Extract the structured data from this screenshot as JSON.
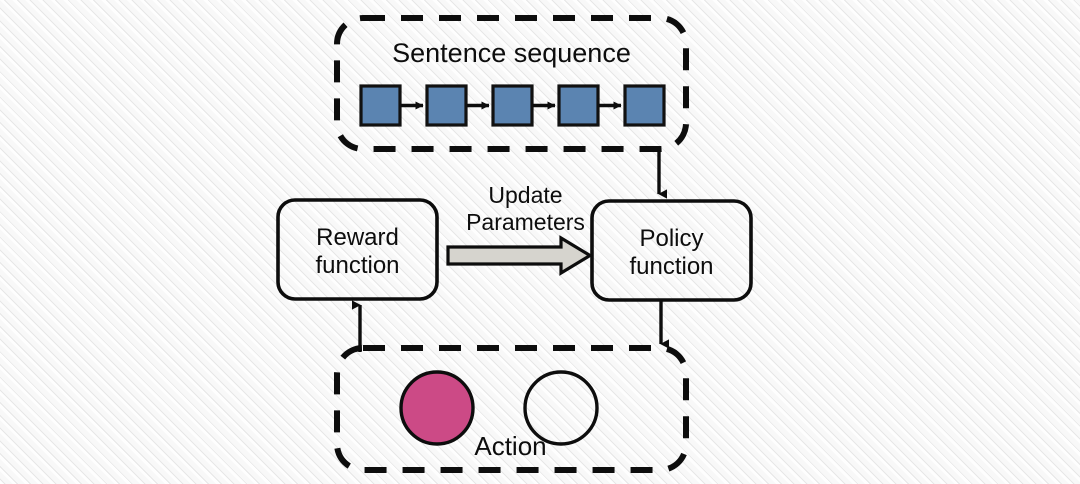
{
  "diagram": {
    "title": "Reinforcement learning loop for sentence generation",
    "type": "flow-diagram",
    "background": "#f8f8f8",
    "groups": [
      {
        "name": "sentence-sequence-group",
        "label": "Sentence sequence",
        "style": "dashed-rounded-rect",
        "nodes": [
          {
            "name": "token-1",
            "shape": "square",
            "fill": "#5b84b1"
          },
          {
            "name": "token-2",
            "shape": "square",
            "fill": "#5b84b1"
          },
          {
            "name": "token-3",
            "shape": "square",
            "fill": "#5b84b1"
          },
          {
            "name": "token-4",
            "shape": "square",
            "fill": "#5b84b1"
          },
          {
            "name": "token-5",
            "shape": "square",
            "fill": "#5b84b1"
          }
        ]
      },
      {
        "name": "action-group",
        "label": "Action",
        "style": "dashed-rounded-rect",
        "nodes": [
          {
            "name": "action-circle-selected",
            "shape": "circle",
            "fill": "#cc4a86"
          },
          {
            "name": "action-circle-unselected",
            "shape": "circle",
            "fill": "none"
          }
        ]
      }
    ],
    "boxes": [
      {
        "name": "reward-function-box",
        "label": "Reward\nfunction",
        "line1": "Reward",
        "line2": "function",
        "fill": "none",
        "stroke": "#0d0d0d"
      },
      {
        "name": "policy-function-box",
        "label": "Policy\nfunction",
        "line1": "Policy",
        "line2": "function",
        "fill": "none",
        "stroke": "#0d0d0d"
      }
    ],
    "edges": [
      {
        "name": "edge-sentence-to-policy",
        "from": "sentence-sequence-group",
        "to": "policy-function-box",
        "style": "solid-arrow",
        "direction": "down"
      },
      {
        "name": "edge-policy-to-action",
        "from": "policy-function-box",
        "to": "action-group",
        "style": "solid-arrow",
        "direction": "down"
      },
      {
        "name": "edge-action-to-reward",
        "from": "action-group",
        "to": "reward-function-box",
        "style": "solid-arrow",
        "direction": "up"
      },
      {
        "name": "edge-reward-to-policy",
        "from": "reward-function-box",
        "to": "policy-function-box",
        "style": "block-arrow",
        "direction": "right",
        "label": "Update\nParameters",
        "fill": "#d6d4ce"
      }
    ],
    "labels": {
      "sentence_sequence": "Sentence sequence",
      "reward_line1": "Reward",
      "reward_line2": "function",
      "policy_line1": "Policy",
      "policy_line2": "function",
      "update_line1": "Update",
      "update_line2": "Parameters",
      "action": "Action"
    },
    "colors": {
      "token_blue": "#5b84b1",
      "action_pink": "#cc4a86",
      "stroke_black": "#0d0d0d",
      "block_arrow_gray": "#d6d4ce",
      "background": "#f8f8f8"
    }
  }
}
